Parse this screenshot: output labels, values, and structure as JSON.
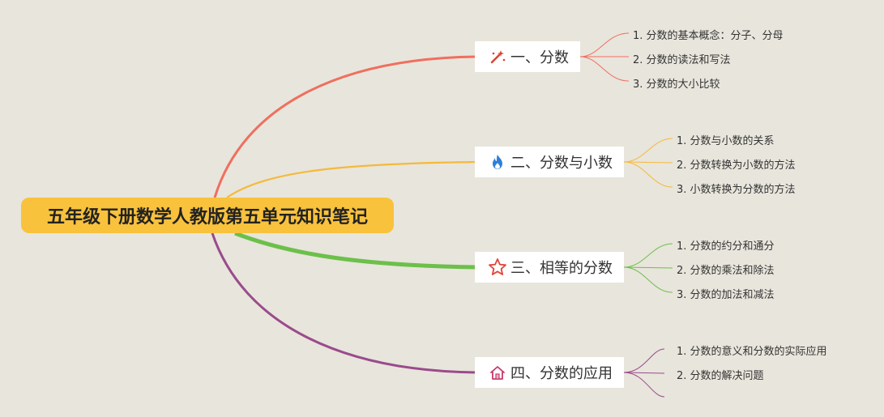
{
  "root": {
    "title": "五年级下册数学人教版第五单元知识笔记"
  },
  "branches": [
    {
      "label": "一、分数",
      "icon": "magic-wand-icon",
      "color": "#ef6f5e",
      "items": [
        "1. 分数的基本概念：分子、分母",
        "2. 分数的读法和写法",
        "3. 分数的大小比较"
      ]
    },
    {
      "label": "二、分数与小数",
      "icon": "flame-icon",
      "color": "#f5b93b",
      "items": [
        "1. 分数与小数的关系",
        "2. 分数转换为小数的方法",
        "3. 小数转换为分数的方法"
      ]
    },
    {
      "label": "三、相等的分数",
      "icon": "star-icon",
      "color": "#6cc04a",
      "items": [
        "1. 分数的约分和通分",
        "2. 分数的乘法和除法",
        "3. 分数的加法和减法"
      ]
    },
    {
      "label": "四、分数的应用",
      "icon": "home-icon",
      "color": "#9a4b8c",
      "items": [
        "1. 分数的意义和分数的实际应用",
        "2. 分数的解决问题",
        ""
      ]
    }
  ]
}
